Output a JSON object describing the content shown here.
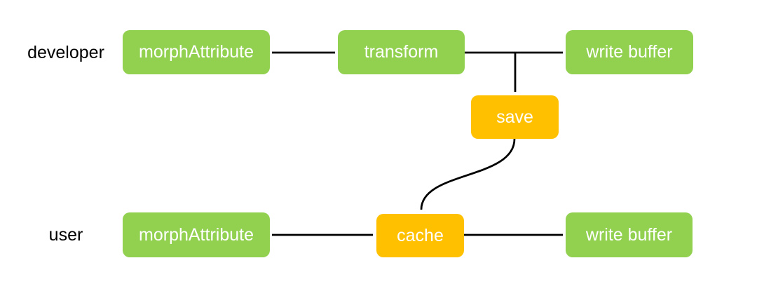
{
  "rows": {
    "developer": "developer",
    "user": "user"
  },
  "nodes": {
    "dev_morph_attribute": "morphAttribute",
    "dev_transform": "transform",
    "dev_write_buffer": "write buffer",
    "save": "save",
    "user_morph_attribute": "morphAttribute",
    "user_cache": "cache",
    "user_write_buffer": "write buffer"
  },
  "colors": {
    "node_green": "#92D050",
    "node_orange": "#FFC000",
    "node_text": "#FFFFFF",
    "label_text": "#000000",
    "connector": "#000000",
    "background": "#FFFFFF"
  }
}
